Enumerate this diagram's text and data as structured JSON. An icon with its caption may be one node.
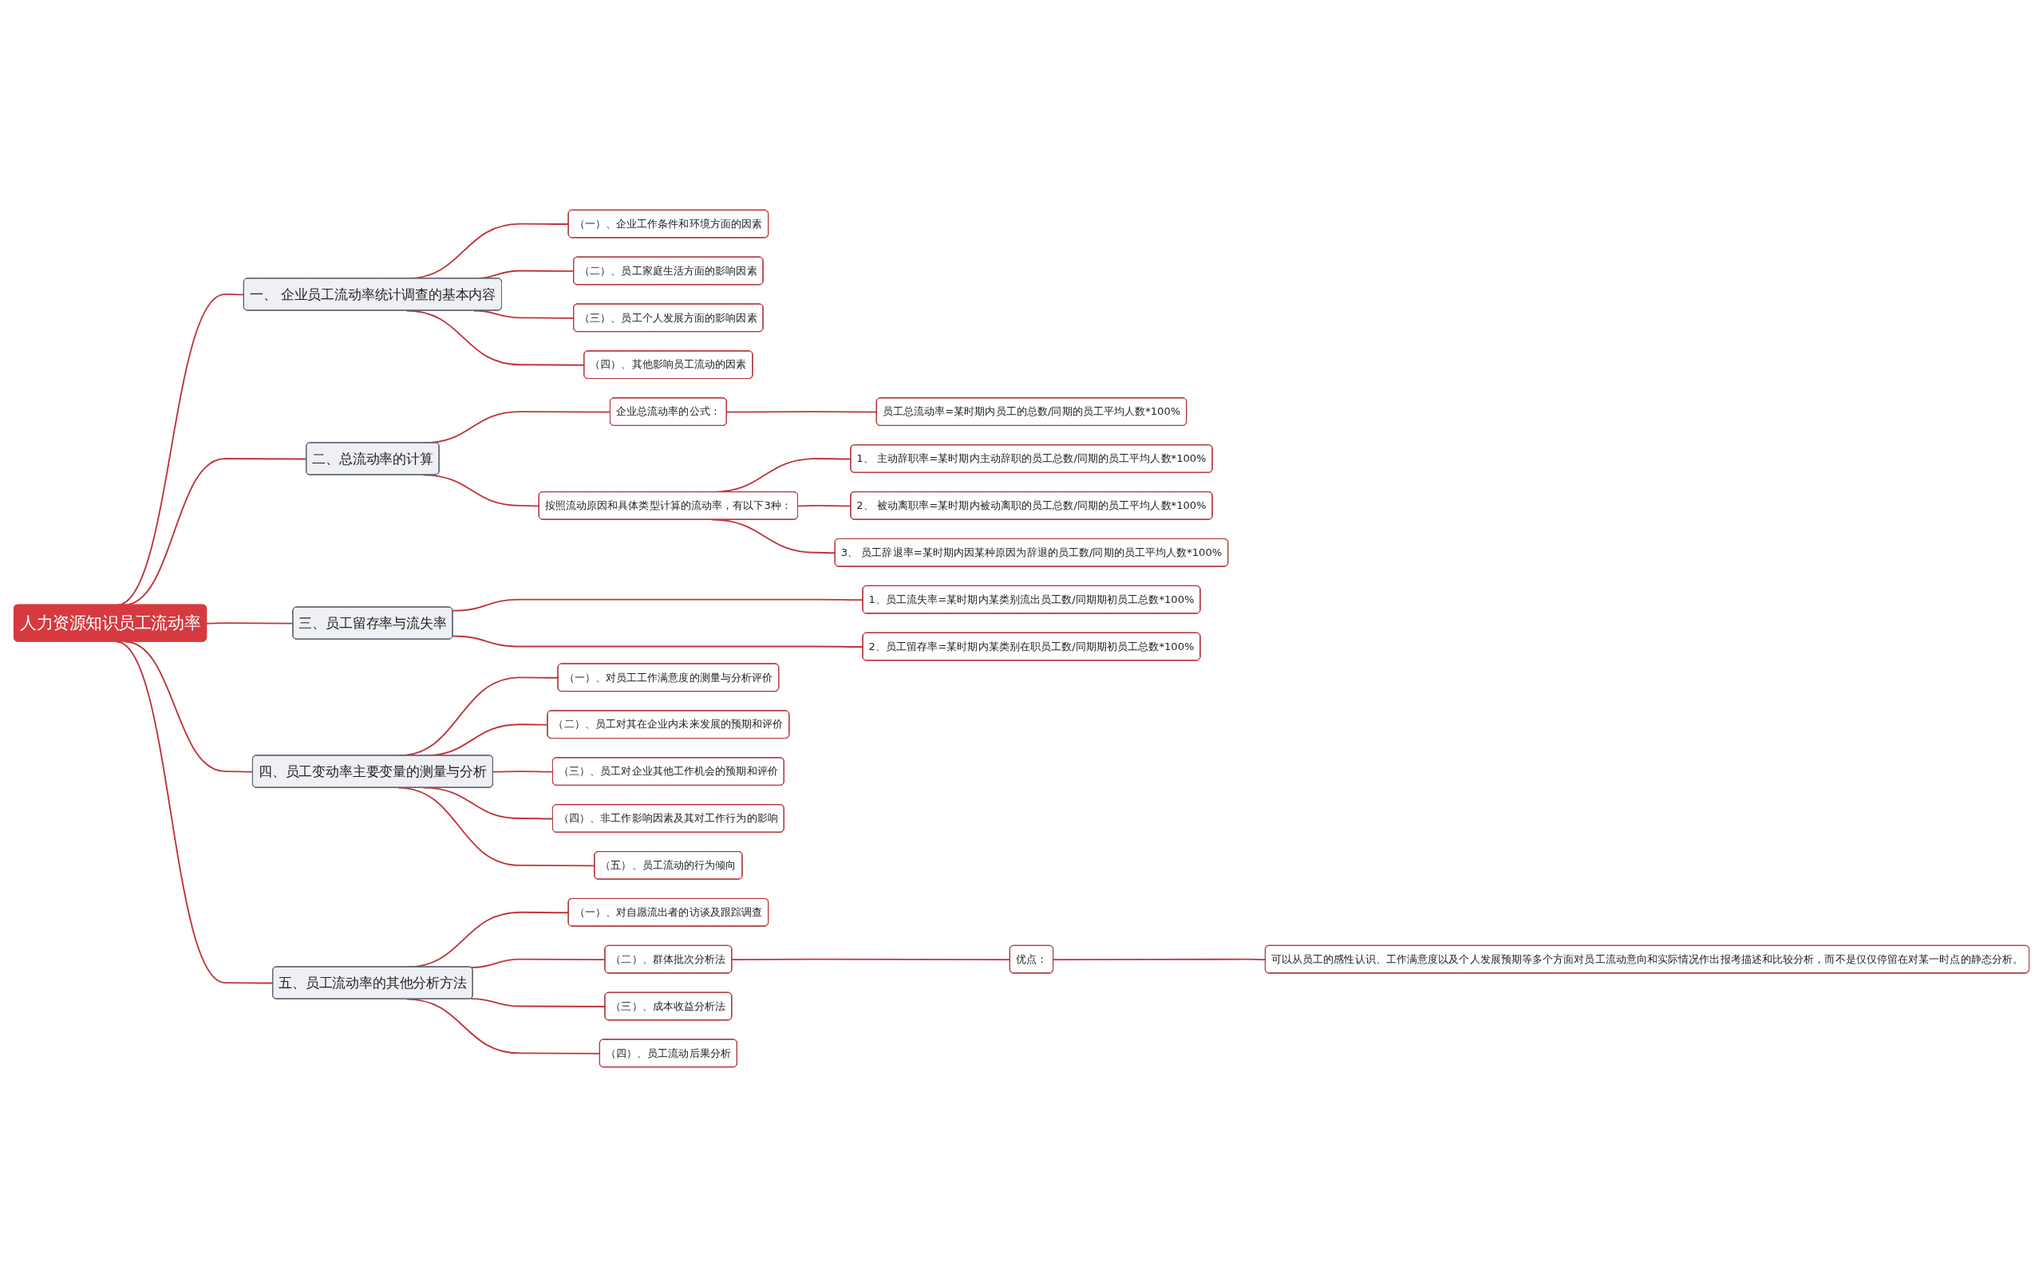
{
  "diagram": {
    "nodes": [
      {
        "text": [
          "人力资源知识员工流动率"
        ]
      },
      {
        "text": [
          "一、 企业员工流动率统计调查的基本内容"
        ]
      },
      {
        "text": [
          "（一）、企业工作条件和环境方面的因素"
        ]
      },
      {
        "text": [
          "（二）、员工家庭生活方面的影响因素"
        ]
      },
      {
        "text": [
          "（三）、员工个人发展方面的影响因素"
        ]
      },
      {
        "text": [
          "（四）、其他影响员工流动的因素"
        ]
      },
      {
        "text": [
          "二、总流动率的计算"
        ]
      },
      {
        "text": [
          "企业总流动率的公式："
        ]
      },
      {
        "text": [
          "员工总流动率=某时期内员工的总数/同期的员工平均人数*100%"
        ]
      },
      {
        "text": [
          "按照流动原因和具体类型计算的流动率，有以下3种："
        ]
      },
      {
        "text": [
          "1、 主动辞职率=某时期内主动辞职的员工总数/同期的员工平均人数*100%"
        ]
      },
      {
        "text": [
          "2、 被动离职率=某时期内被动离职的员工总数/同期的员工平均人数*100%"
        ]
      },
      {
        "text": [
          "3、 员工辞退率=某时期内因某种原因为辞退的员工数/同期的员工平均人数*100%"
        ]
      },
      {
        "text": [
          "三、员工留存率与流失率"
        ]
      },
      {
        "text": [
          "1、员工流失率=某时期内某类别流出员工数/同期期初员工总数*100%"
        ]
      },
      {
        "text": [
          "2、员工留存率=某时期内某类别在职员工数/同期期初员工总数*100%"
        ]
      },
      {
        "text": [
          "四、员工变动率主要变量的测量与分析"
        ]
      },
      {
        "text": [
          "（一）、对员工工作满意度的测量与分析评价"
        ]
      },
      {
        "text": [
          "（二）、员工对其在企业内未来发展的预期和评价"
        ]
      },
      {
        "text": [
          "（三）、员工对企业其他工作机会的预期和评价"
        ]
      },
      {
        "text": [
          "（四）、非工作影响因素及其对工作行为的影响"
        ]
      },
      {
        "text": [
          "（五）、员工流动的行为倾向"
        ]
      },
      {
        "text": [
          "五、员工流动率的其他分析方法"
        ]
      },
      {
        "text": [
          "（一）、对自愿流出者的访谈及跟踪调查"
        ]
      },
      {
        "text": [
          "（二）、群体批次分析法"
        ]
      },
      {
        "text": [
          "优点："
        ]
      },
      {
        "text": [
          "可以从员工的感性认识、工作满意度以及个人发展预期等多个方面对员工流动意向和实际情况作出报考描述和比较分析，而不是仅仅停留在对某一时点的静态分析。"
        ]
      },
      {
        "text": [
          "（三）、成本收益分析法"
        ]
      },
      {
        "text": [
          "（四）、员工流动后果分析"
        ]
      }
    ],
    "edges": [
      {
        "from": 0,
        "to": 1,
        "arrow": "none"
      },
      {
        "from": 1,
        "to": 2,
        "arrow": "none"
      },
      {
        "from": 1,
        "to": 3,
        "arrow": "none"
      },
      {
        "from": 1,
        "to": 4,
        "arrow": "none"
      },
      {
        "from": 1,
        "to": 5,
        "arrow": "none"
      },
      {
        "from": 0,
        "to": 6,
        "arrow": "none"
      },
      {
        "from": 6,
        "to": 7,
        "arrow": "none"
      },
      {
        "from": 7,
        "to": 8,
        "arrow": "none"
      },
      {
        "from": 6,
        "to": 9,
        "arrow": "none"
      },
      {
        "from": 9,
        "to": 10,
        "arrow": "none"
      },
      {
        "from": 9,
        "to": 11,
        "arrow": "none"
      },
      {
        "from": 9,
        "to": 12,
        "arrow": "none"
      },
      {
        "from": 0,
        "to": 13,
        "arrow": "none"
      },
      {
        "from": 13,
        "to": 14,
        "arrow": "none"
      },
      {
        "from": 13,
        "to": 15,
        "arrow": "none"
      },
      {
        "from": 0,
        "to": 16,
        "arrow": "none"
      },
      {
        "from": 16,
        "to": 17,
        "arrow": "none"
      },
      {
        "from": 16,
        "to": 18,
        "arrow": "none"
      },
      {
        "from": 16,
        "to": 19,
        "arrow": "none"
      },
      {
        "from": 16,
        "to": 20,
        "arrow": "none"
      },
      {
        "from": 16,
        "to": 21,
        "arrow": "none"
      },
      {
        "from": 0,
        "to": 22,
        "arrow": "none"
      },
      {
        "from": 22,
        "to": 23,
        "arrow": "none"
      },
      {
        "from": 22,
        "to": 24,
        "arrow": "none"
      },
      {
        "from": 24,
        "to": 25,
        "arrow": "none"
      },
      {
        "from": 25,
        "to": 26,
        "arrow": "none"
      },
      {
        "from": 22,
        "to": 27,
        "arrow": "none"
      },
      {
        "from": 22,
        "to": 28,
        "arrow": "none"
      }
    ]
  }
}
